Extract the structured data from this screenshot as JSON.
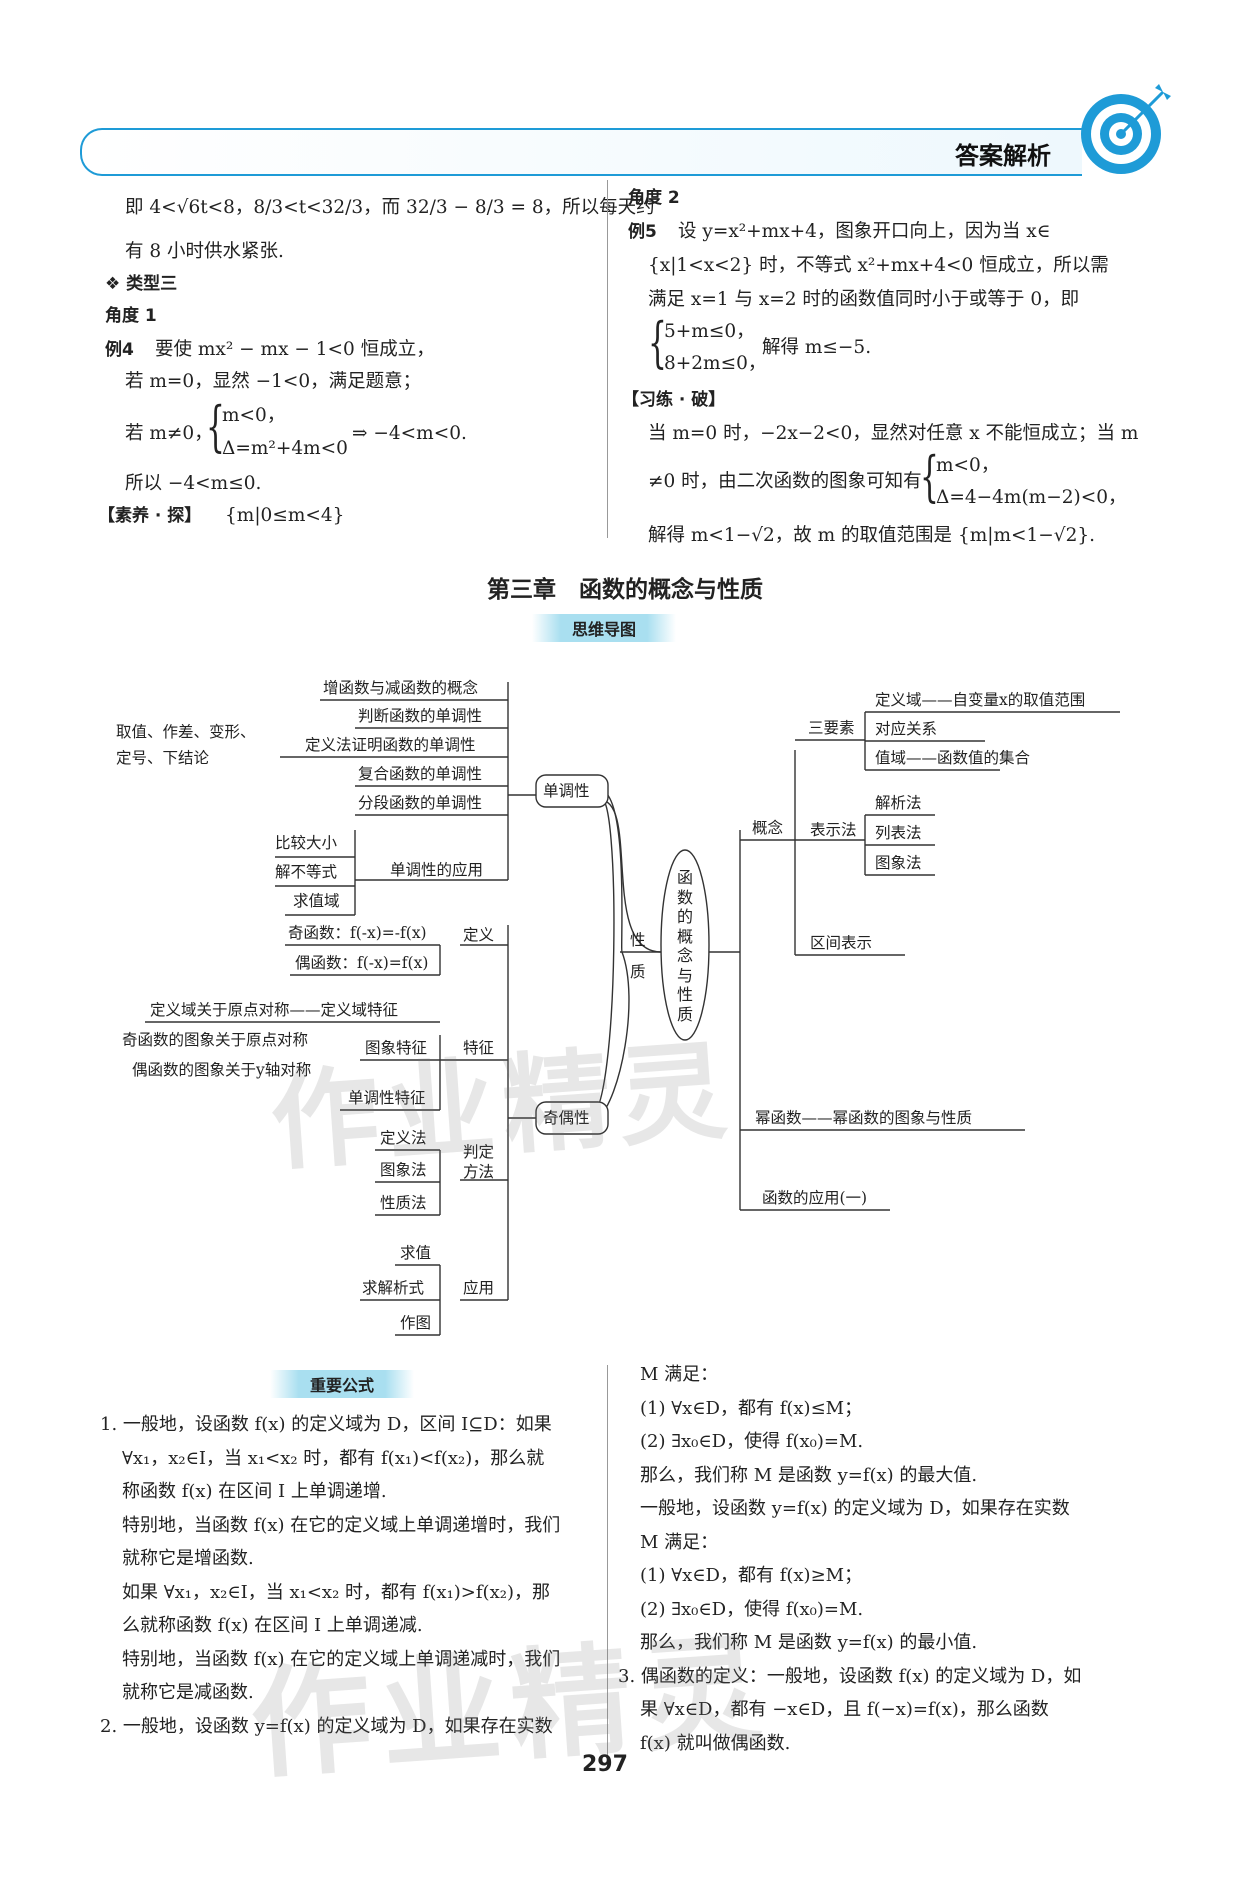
{
  "header": {
    "title": "答案解析",
    "accent": "#1e9bd7"
  },
  "left_top": {
    "l1": "即 4<√6t<8，8/3<t<32/3，而 32/3 − 8/3 = 8，所以每天约",
    "l2": "有 8 小时供水紧张.",
    "type3": "❖ 类型三",
    "angle1": "角度 1",
    "ex4_label": "例4",
    "ex4": "要使 mx² − mx − 1<0 恒成立，",
    "l3": "若 m=0，显然 −1<0，满足题意；",
    "l4a": "若 m≠0，",
    "l4b": "m<0，",
    "l4c": "Δ=m²+4m<0",
    "l4d": "⇒ −4<m<0.",
    "l5": "所以 −4<m≤0.",
    "explore_label": "【素养 · 探】",
    "explore": "{m|0≤m<4}"
  },
  "right_top": {
    "angle2": "角度 2",
    "ex5_label": "例5",
    "l1": "设 y=x²+mx+4，图象开口向上，因为当 x∈",
    "l2": "{x|1<x<2} 时，不等式 x²+mx+4<0 恒成立，所以需",
    "l3": "满足 x=1 与 x=2 时的函数值同时小于或等于 0，即",
    "s1": "5+m≤0，",
    "s2": "8+2m≤0，",
    "s3": "解得 m≤−5.",
    "practice_label": "【习练 · 破】",
    "p1": "当 m=0 时，−2x−2<0，显然对任意 x 不能恒成立；当 m",
    "p2a": "≠0 时，由二次函数的图象可知有",
    "p2b": "m<0，",
    "p2c": "Δ=4−4m(m−2)<0，",
    "p3": "解得 m<1−√2，故 m 的取值范围是 {m|m<1−√2}."
  },
  "chapter": {
    "title": "第三章　函数的概念与性质",
    "mindmap_label": "思维导图"
  },
  "mindmap": {
    "center": [
      "函",
      "数",
      "的",
      "概",
      "念",
      "与",
      "性",
      "质"
    ],
    "xingzhi": [
      "性",
      "质"
    ],
    "dandiao": "单调性",
    "jiou": "奇偶性",
    "gainian": "概念",
    "mihanshu": "幂函数——幂函数的图象与性质",
    "yingyong1": "函数的应用(一)",
    "sanyaosu": "三要素",
    "dingyiyu": "定义域——自变量x的取值范围",
    "duiying": "对应关系",
    "zhiyu": "值域——函数值的集合",
    "biaoshifa": "表示法",
    "jiexi": "解析法",
    "liebiao": "列表法",
    "tuxiang": "图象法",
    "qujian": "区间表示",
    "dd_items": [
      "增函数与减函数的概念",
      "判断函数的单调性",
      "定义法证明函数的单调性",
      "复合函数的单调性",
      "分段函数的单调性"
    ],
    "dd_note1": "取值、作差、变形、",
    "dd_note2": "定号、下结论",
    "dd_dash": "—",
    "dd_app": "单调性的应用",
    "dd_app_items": [
      "比较大小",
      "解不等式",
      "求值域"
    ],
    "jo_def": "定义",
    "jo_odd": "奇函数：f(-x)=-f(x)",
    "jo_even": "偶函数：f(-x)=f(x)",
    "jo_feature": "特征",
    "jo_f1": "定义域关于原点对称——定义域特征",
    "jo_f2": "奇函数的图象关于原点对称",
    "jo_f3": "偶函数的图象关于y轴对称",
    "jo_f_img": "图象特征",
    "jo_f_mono": "单调性特征",
    "jo_judge1": "判定",
    "jo_judge2": "方法",
    "jo_m": [
      "定义法",
      "图象法",
      "性质法"
    ],
    "jo_app": "应用",
    "jo_a": [
      "求值",
      "求解析式",
      "作图"
    ]
  },
  "formula": {
    "label": "重要公式",
    "left": [
      "1. 一般地，设函数 f(x) 的定义域为 D，区间 I⊆D：如果",
      "∀x₁，x₂∈I，当 x₁<x₂ 时，都有 f(x₁)<f(x₂)，那么就",
      "称函数 f(x) 在区间 I 上单调递增.",
      "特别地，当函数 f(x) 在它的定义域上单调递增时，我们",
      "就称它是增函数.",
      "如果 ∀x₁，x₂∈I，当 x₁<x₂ 时，都有 f(x₁)>f(x₂)，那",
      "么就称函数 f(x) 在区间 I 上单调递减.",
      "特别地，当函数 f(x) 在它的定义域上单调递减时，我们",
      "就称它是减函数.",
      "2. 一般地，设函数 y=f(x) 的定义域为 D，如果存在实数"
    ],
    "right": [
      "M 满足：",
      "(1) ∀x∈D，都有 f(x)≤M；",
      "(2) ∃x₀∈D，使得 f(x₀)=M.",
      "那么，我们称 M 是函数 y=f(x) 的最大值.",
      "一般地，设函数 y=f(x) 的定义域为 D，如果存在实数",
      "M 满足：",
      "(1) ∀x∈D，都有 f(x)≥M；",
      "(2) ∃x₀∈D，使得 f(x₀)=M.",
      "那么，我们称 M 是函数 y=f(x) 的最小值.",
      "3. 偶函数的定义：一般地，设函数 f(x) 的定义域为 D，如",
      "果 ∀x∈D，都有 −x∈D，且 f(−x)=f(x)，那么函数",
      "f(x) 就叫做偶函数."
    ]
  },
  "page_number": "297",
  "watermark": "作业精灵"
}
